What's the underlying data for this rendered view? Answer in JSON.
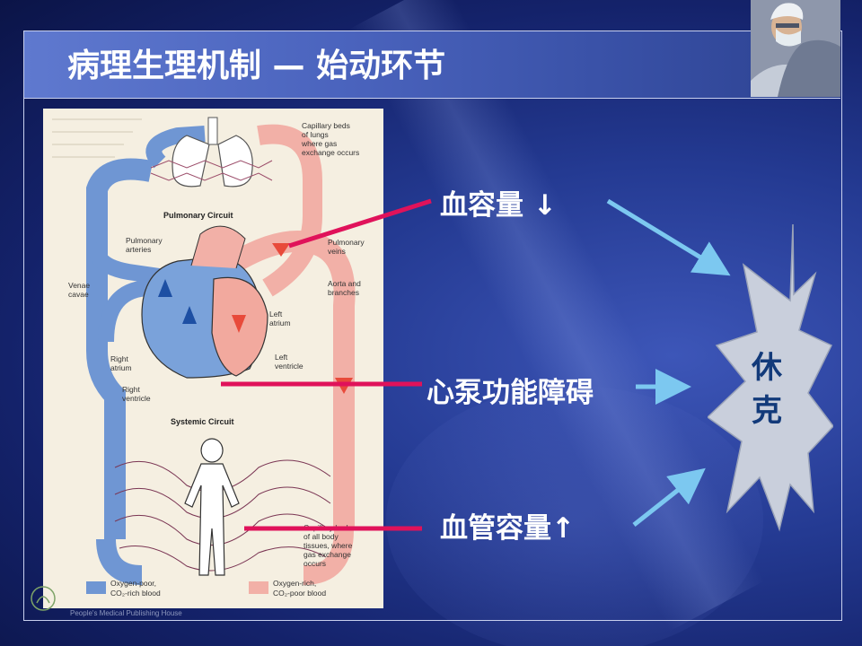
{
  "slide": {
    "title": "病理生理机制 — 始动环节",
    "causes": [
      {
        "label": "血容量 ↓"
      },
      {
        "label": "心泵功能障碍"
      },
      {
        "label": "血管容量↑"
      }
    ],
    "result": {
      "line1": "休",
      "line2": "克"
    },
    "footer": "People's Medical Publishing House"
  },
  "diagram": {
    "labels": {
      "capillary_lungs": [
        "Capillary beds",
        "of lungs",
        "where gas",
        "exchange occurs"
      ],
      "pulmonary_circuit": "Pulmonary Circuit",
      "pulmonary_arteries": [
        "Pulmonary",
        "arteries"
      ],
      "pulmonary_veins": [
        "Pulmonary",
        "veins"
      ],
      "aorta": [
        "Aorta and",
        "branches"
      ],
      "venae_cavae": [
        "Venae",
        "cavae"
      ],
      "left_atrium": [
        "Left",
        "atrium"
      ],
      "left_ventricle": [
        "Left",
        "ventricle"
      ],
      "right_atrium": [
        "Right",
        "atrium"
      ],
      "right_ventricle": [
        "Right",
        "ventricle"
      ],
      "systemic_circuit": "Systemic Circuit",
      "capillary_body": [
        "Capillary beds",
        "of all body",
        "tissues, where",
        "gas exchange",
        "occurs"
      ],
      "legend_poor": [
        "Oxygen-poor,",
        "CO₂-rich blood"
      ],
      "legend_rich": [
        "Oxygen-rich,",
        "CO₂-poor blood"
      ]
    }
  },
  "colors": {
    "accent_line": "#e0125a",
    "arrow": "#7cc8f0",
    "shock_fill": "#c9cfdc",
    "shock_text": "#123a7a",
    "oxygen_poor": "#6f96d3",
    "oxygen_rich": "#f2b0a7"
  }
}
